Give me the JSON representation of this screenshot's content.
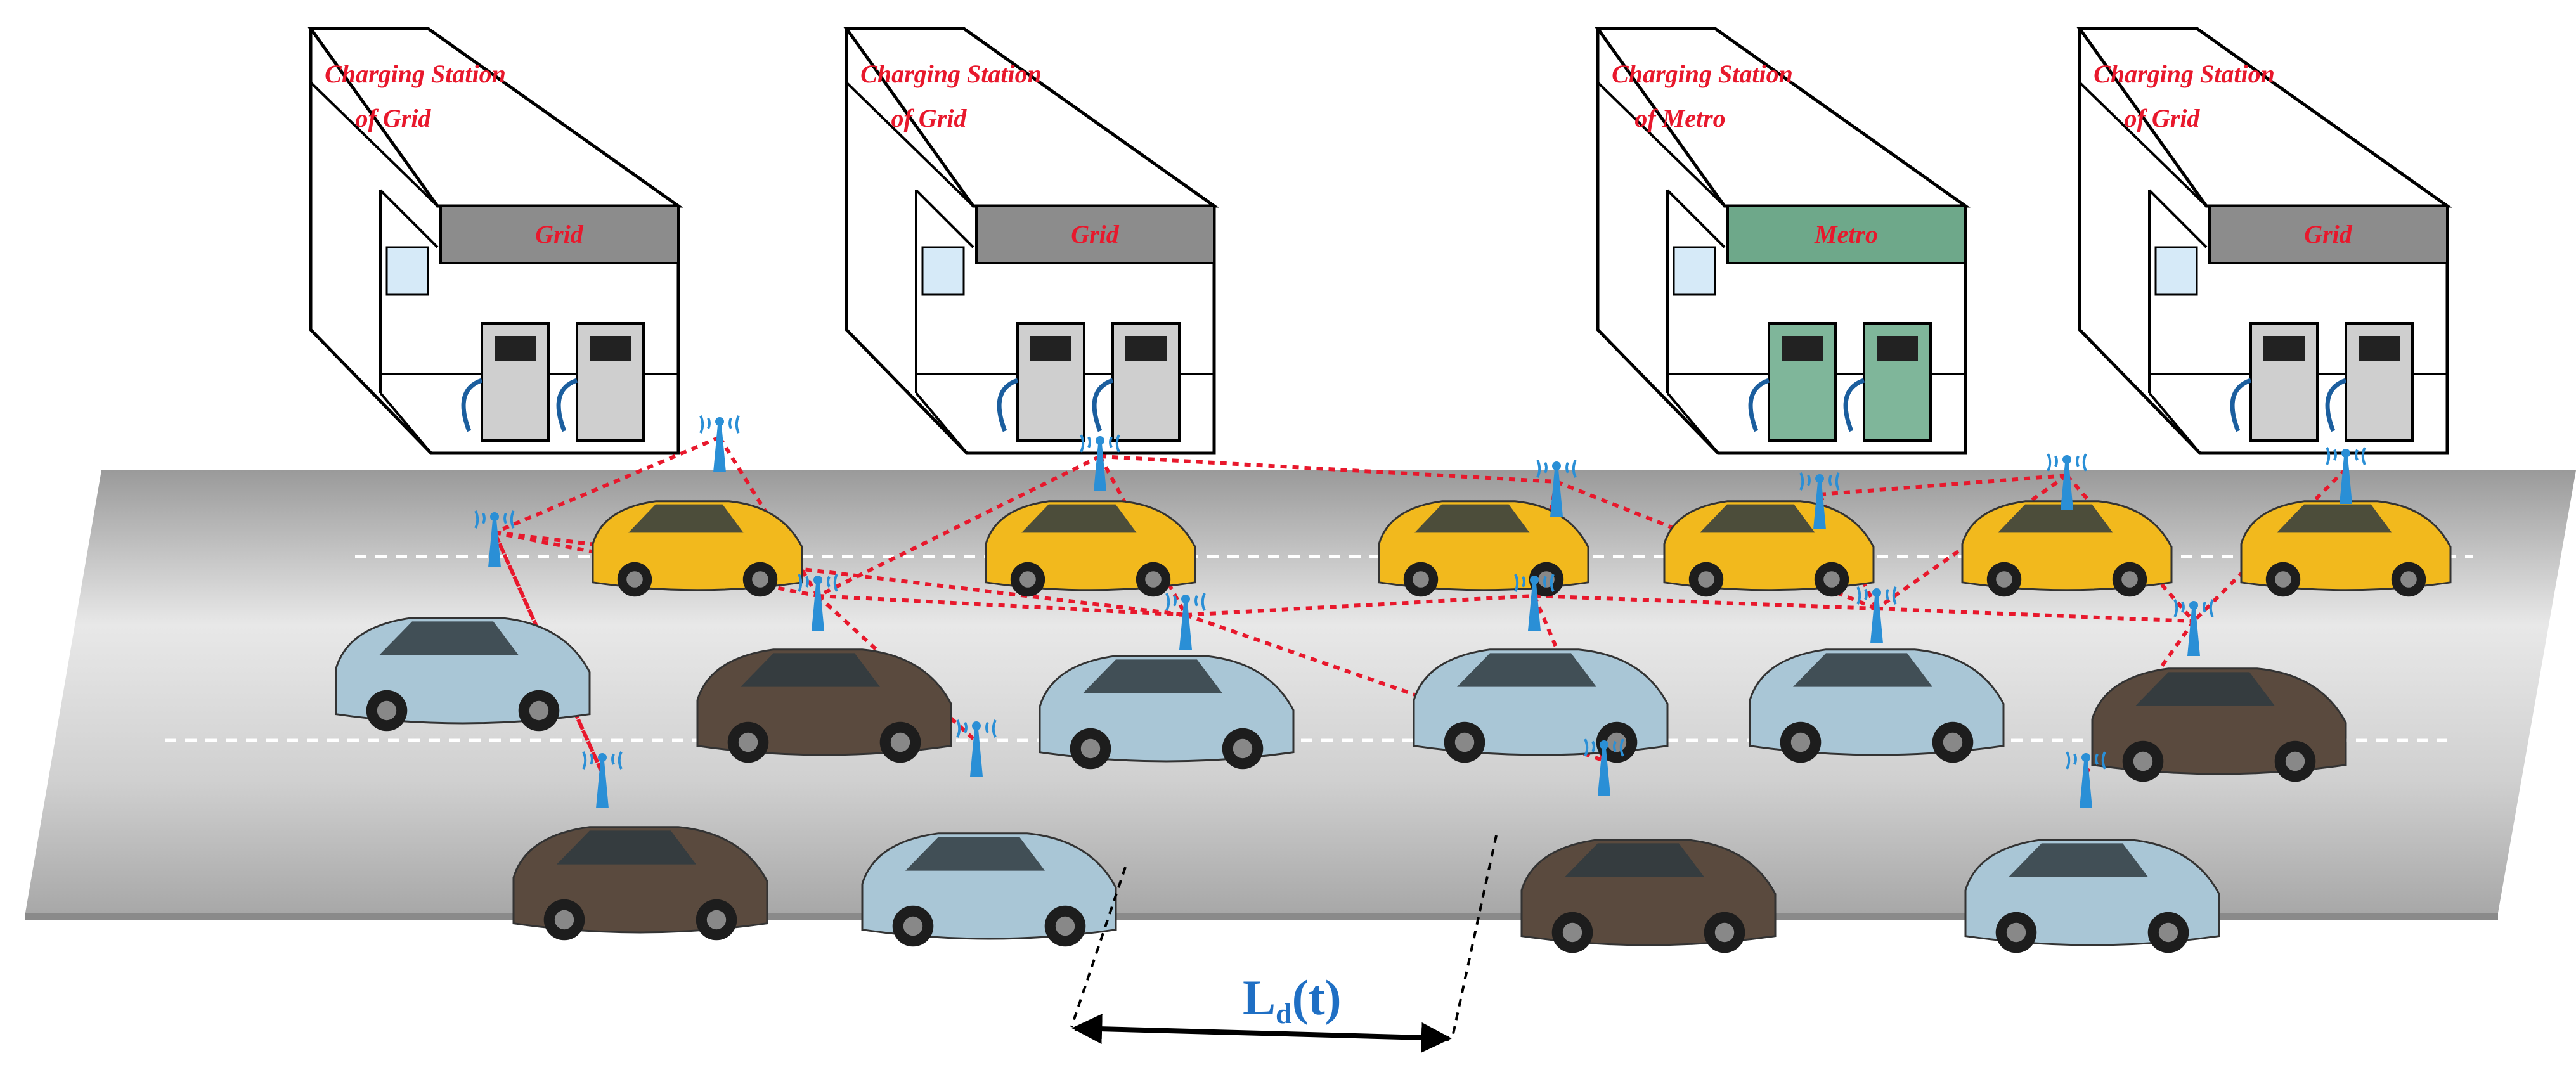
{
  "stations": [
    {
      "title_line1": "Charging Station",
      "title_line2": "of Grid",
      "sign": "Grid",
      "sign_color": "#8c8c8c",
      "pump_color": "#cfcfcf"
    },
    {
      "title_line1": "Charging Station",
      "title_line2": "of Grid",
      "sign": "Grid",
      "sign_color": "#8c8c8c",
      "pump_color": "#cfcfcf"
    },
    {
      "title_line1": "Charging Station",
      "title_line2": "of Metro",
      "sign": "Metro",
      "sign_color": "#6ea88a",
      "pump_color": "#7fb69a"
    },
    {
      "title_line1": "Charging Station",
      "title_line2": "of Grid",
      "sign": "Grid",
      "sign_color": "#8c8c8c",
      "pump_color": "#cfcfcf"
    }
  ],
  "distance_label": {
    "main": "L",
    "sub": "d",
    "suffix": "(t)"
  },
  "colors": {
    "link": "#e8182c",
    "antenna": "#2a8fd6",
    "taxi": "#f2b91d",
    "light_car": "#a9c6d6",
    "dark_car": "#5a4a3e",
    "road": "#c8c8c8",
    "lane_mark": "#ffffff"
  },
  "icons": [
    "antenna-icon",
    "taxi-icon",
    "car-icon",
    "charging-pump-icon"
  ]
}
